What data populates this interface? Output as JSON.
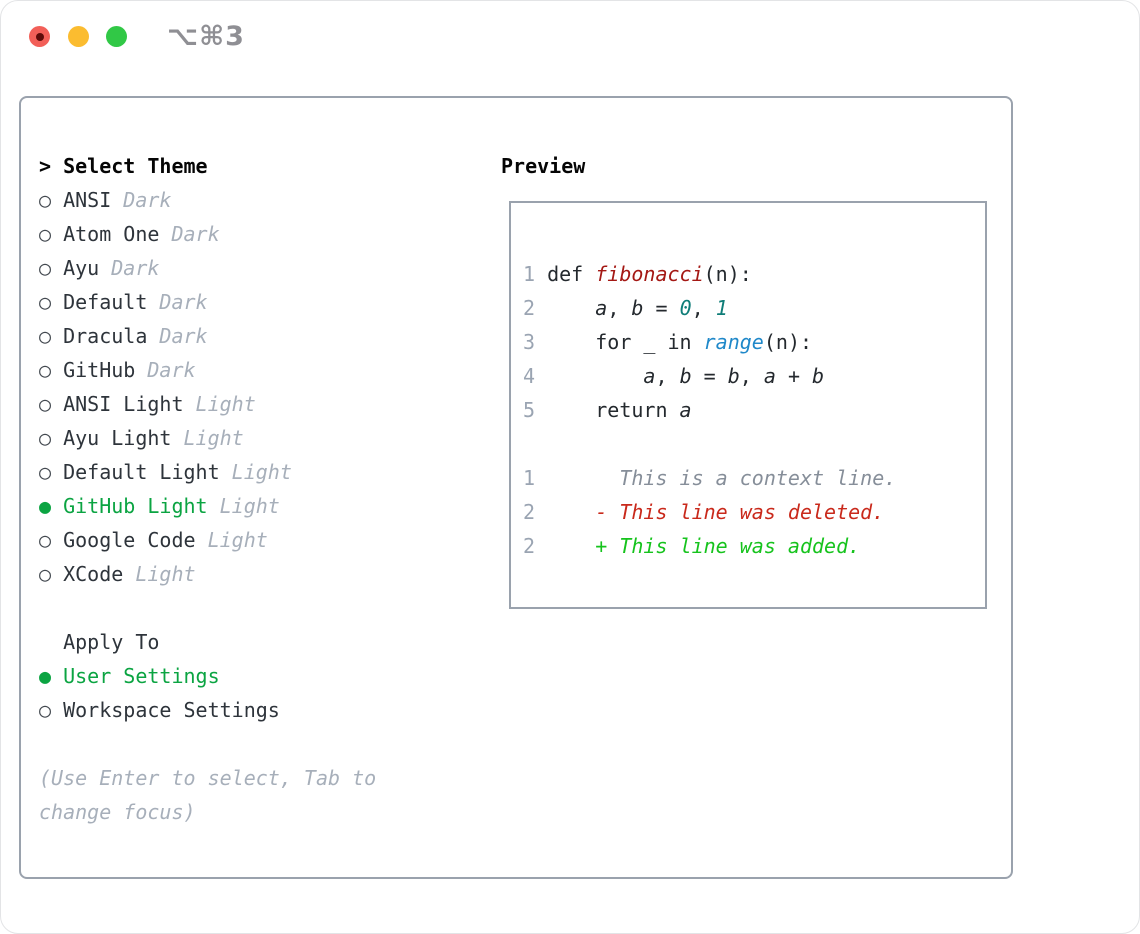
{
  "window": {
    "title": "⌥⌘3"
  },
  "icons": {
    "radio_selected": "●",
    "radio_unselected": "○",
    "focus_caret": ">"
  },
  "colors": {
    "selection_green": "#0ba442",
    "added_green": "#16c31d",
    "deleted_red": "#c9291b",
    "function_red": "#a41814",
    "number_teal": "#0f7d78",
    "builtin_blue": "#1f88c9",
    "muted_gray": "#a7afba",
    "panel_border": "#9aa2ad",
    "traffic_red": "#f25f58",
    "traffic_yellow": "#fbbc30",
    "traffic_green": "#31c846"
  },
  "left": {
    "header": {
      "prefix": "> ",
      "label": "Select Theme"
    },
    "themes": [
      {
        "name": "ANSI",
        "tag": "Dark",
        "selected": false
      },
      {
        "name": "Atom One",
        "tag": "Dark",
        "selected": false
      },
      {
        "name": "Ayu",
        "tag": "Dark",
        "selected": false
      },
      {
        "name": "Default",
        "tag": "Dark",
        "selected": false
      },
      {
        "name": "Dracula",
        "tag": "Dark",
        "selected": false
      },
      {
        "name": "GitHub",
        "tag": "Dark",
        "selected": false
      },
      {
        "name": "ANSI Light",
        "tag": "Light",
        "selected": false
      },
      {
        "name": "Ayu Light",
        "tag": "Light",
        "selected": false
      },
      {
        "name": "Default Light",
        "tag": "Light",
        "selected": false
      },
      {
        "name": "GitHub Light",
        "tag": "Light",
        "selected": true
      },
      {
        "name": "Google Code",
        "tag": "Light",
        "selected": false
      },
      {
        "name": "XCode",
        "tag": "Light",
        "selected": false
      }
    ],
    "apply_to": {
      "prefix": "  ",
      "label": "Apply To",
      "options": [
        {
          "label": "User Settings",
          "selected": true
        },
        {
          "label": "Workspace Settings",
          "selected": false
        }
      ]
    },
    "hint_lines": [
      "(Use Enter to select, Tab to",
      "change focus)"
    ]
  },
  "preview": {
    "header": "Preview",
    "code_lines": [
      {
        "num": "1",
        "segments": [
          {
            "t": "def ",
            "s": "plain"
          },
          {
            "t": "fibonacci",
            "s": "func"
          },
          {
            "t": "(n):",
            "s": "plain"
          }
        ]
      },
      {
        "num": "2",
        "segments": [
          {
            "t": "    ",
            "s": "plain"
          },
          {
            "t": "a",
            "s": "var"
          },
          {
            "t": ", ",
            "s": "plain"
          },
          {
            "t": "b",
            "s": "var"
          },
          {
            "t": " = ",
            "s": "plain"
          },
          {
            "t": "0",
            "s": "number"
          },
          {
            "t": ", ",
            "s": "plain"
          },
          {
            "t": "1",
            "s": "number"
          }
        ]
      },
      {
        "num": "3",
        "segments": [
          {
            "t": "    for _ in ",
            "s": "plain"
          },
          {
            "t": "range",
            "s": "builtin"
          },
          {
            "t": "(n):",
            "s": "plain"
          }
        ]
      },
      {
        "num": "4",
        "segments": [
          {
            "t": "        ",
            "s": "plain"
          },
          {
            "t": "a",
            "s": "var"
          },
          {
            "t": ", ",
            "s": "plain"
          },
          {
            "t": "b",
            "s": "var"
          },
          {
            "t": " = ",
            "s": "plain"
          },
          {
            "t": "b",
            "s": "var"
          },
          {
            "t": ", ",
            "s": "plain"
          },
          {
            "t": "a",
            "s": "var"
          },
          {
            "t": " + ",
            "s": "plain"
          },
          {
            "t": "b",
            "s": "var"
          }
        ]
      },
      {
        "num": "5",
        "segments": [
          {
            "t": "    return ",
            "s": "plain"
          },
          {
            "t": "a",
            "s": "var"
          }
        ]
      }
    ],
    "diff_lines": [
      {
        "kind": "context",
        "num": "1",
        "segments": [
          {
            "t": "      This is a context line.",
            "s": "context"
          }
        ]
      },
      {
        "kind": "deleted",
        "num": "2",
        "segments": [
          {
            "t": "    ",
            "s": "plain"
          },
          {
            "t": "- This line was deleted.",
            "s": "deleted"
          }
        ]
      },
      {
        "kind": "added",
        "num": "2",
        "segments": [
          {
            "t": "    ",
            "s": "plain"
          },
          {
            "t": "+ This line was added.",
            "s": "added"
          }
        ]
      }
    ]
  }
}
